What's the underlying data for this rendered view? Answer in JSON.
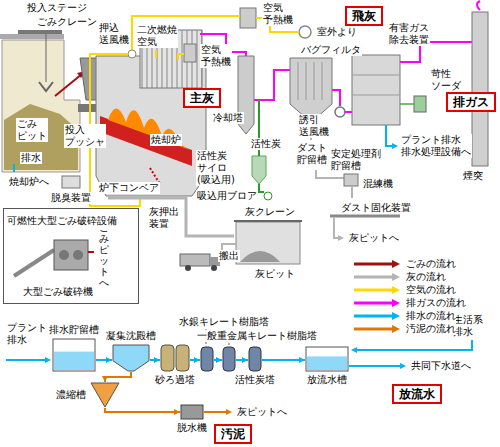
{
  "diagram": {
    "nodes": [
      {
        "text": [
          "飛灰"
        ]
      },
      {
        "text": [
          "主灰"
        ]
      },
      {
        "text": [
          "排ガス"
        ]
      },
      {
        "text": [
          "可燃性大型ごみ破砕設備"
        ]
      },
      {
        "text": [
          "排水貯留槽"
        ]
      },
      {
        "text": [
          "凝集沈殿槽"
        ]
      },
      {
        "text": [
          "砂ろ過塔"
        ]
      },
      {
        "text": [
          "水銀キレート樹脂塔"
        ]
      },
      {
        "text": [
          "一般重金属キレート樹脂塔"
        ]
      },
      {
        "text": [
          "活性炭塔"
        ]
      },
      {
        "text": [
          "放流水槽"
        ]
      },
      {
        "text": [
          "放流水"
        ]
      },
      {
        "text": [
          "濃縮槽"
        ]
      },
      {
        "text": [
          "脱水機"
        ]
      },
      {
        "text": [
          "汚泥"
        ]
      }
    ],
    "edges": [
      {
        "from": 4,
        "to": 5,
        "arrow": "to"
      },
      {
        "from": 5,
        "to": 6,
        "arrow": "to"
      },
      {
        "from": 6,
        "to": 7,
        "arrow": "to"
      },
      {
        "from": 7,
        "to": 8,
        "arrow": "to"
      },
      {
        "from": 8,
        "to": 9,
        "arrow": "to"
      },
      {
        "from": 9,
        "to": 10,
        "arrow": "to"
      },
      {
        "from": 5,
        "to": 12,
        "arrow": "to"
      },
      {
        "from": 12,
        "to": 13,
        "arrow": "to"
      }
    ],
    "labels": [
      "投入ステージ",
      "ごみクレーン",
      "押込 送風機",
      "二次燃焼 空気",
      "空気 予熱機",
      "室外より",
      "空気 予熱機",
      "有害ガス 除去装置",
      "バグフィルタ",
      "苛性 ソーダ",
      "冷却塔",
      "ごみ ピット",
      "投入 プッシャ",
      "焼却炉",
      "排水",
      "焼却炉へ",
      "脱臭装置",
      "炉下コンベア",
      "活性炭",
      "活性炭 サイロ (吸込用)",
      "誘引 送風機",
      "ダスト 貯留槽",
      "安定処理剤 貯留槽",
      "プラント排水 排水処理設備へ",
      "混練機",
      "ダスト固化装置",
      "吸込用ブロア",
      "灰押出 装置",
      "灰クレーン",
      "搬出",
      "灰ピット",
      "灰ピットへ",
      "煙突",
      "ごみピットへ",
      "大型ごみ破砕機",
      "プラント 排水",
      "生活系 排水",
      "共同下水道へ",
      "灰ピットへ"
    ],
    "legend": [
      {
        "text": "ごみの流れ",
        "color": "#a01010"
      },
      {
        "text": "灰の流れ",
        "color": "#b4b4b4"
      },
      {
        "text": "空気の流れ",
        "color": "#ffd800"
      },
      {
        "text": "排ガスの流れ",
        "color": "#ff00ff"
      },
      {
        "text": "排水の流れ",
        "color": "#00b4f0"
      },
      {
        "text": "汚泥の流れ",
        "color": "#e07800"
      }
    ]
  }
}
